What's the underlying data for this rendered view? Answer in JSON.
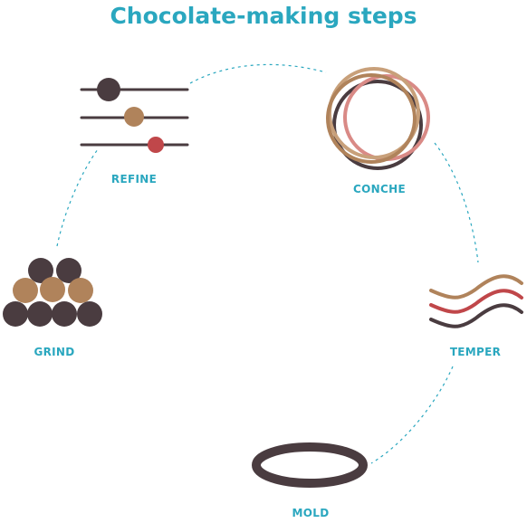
{
  "title": "Chocolate-making steps",
  "steps": [
    {
      "label": "GRIND"
    },
    {
      "label": "REFINE"
    },
    {
      "label": "CONCHE"
    },
    {
      "label": "TEMPER"
    },
    {
      "label": "MOLD"
    }
  ],
  "colors": {
    "accent": "#2aa7bf",
    "dark_brown": "#4a3c40",
    "tan": "#b0835b",
    "red": "#c0474a",
    "rose": "#d98a86",
    "light_tan": "#c8a07a"
  },
  "icons": [
    "stacked-balls-icon",
    "sliders-icon",
    "overlapping-rings-icon",
    "waves-icon",
    "ring-mold-icon"
  ]
}
